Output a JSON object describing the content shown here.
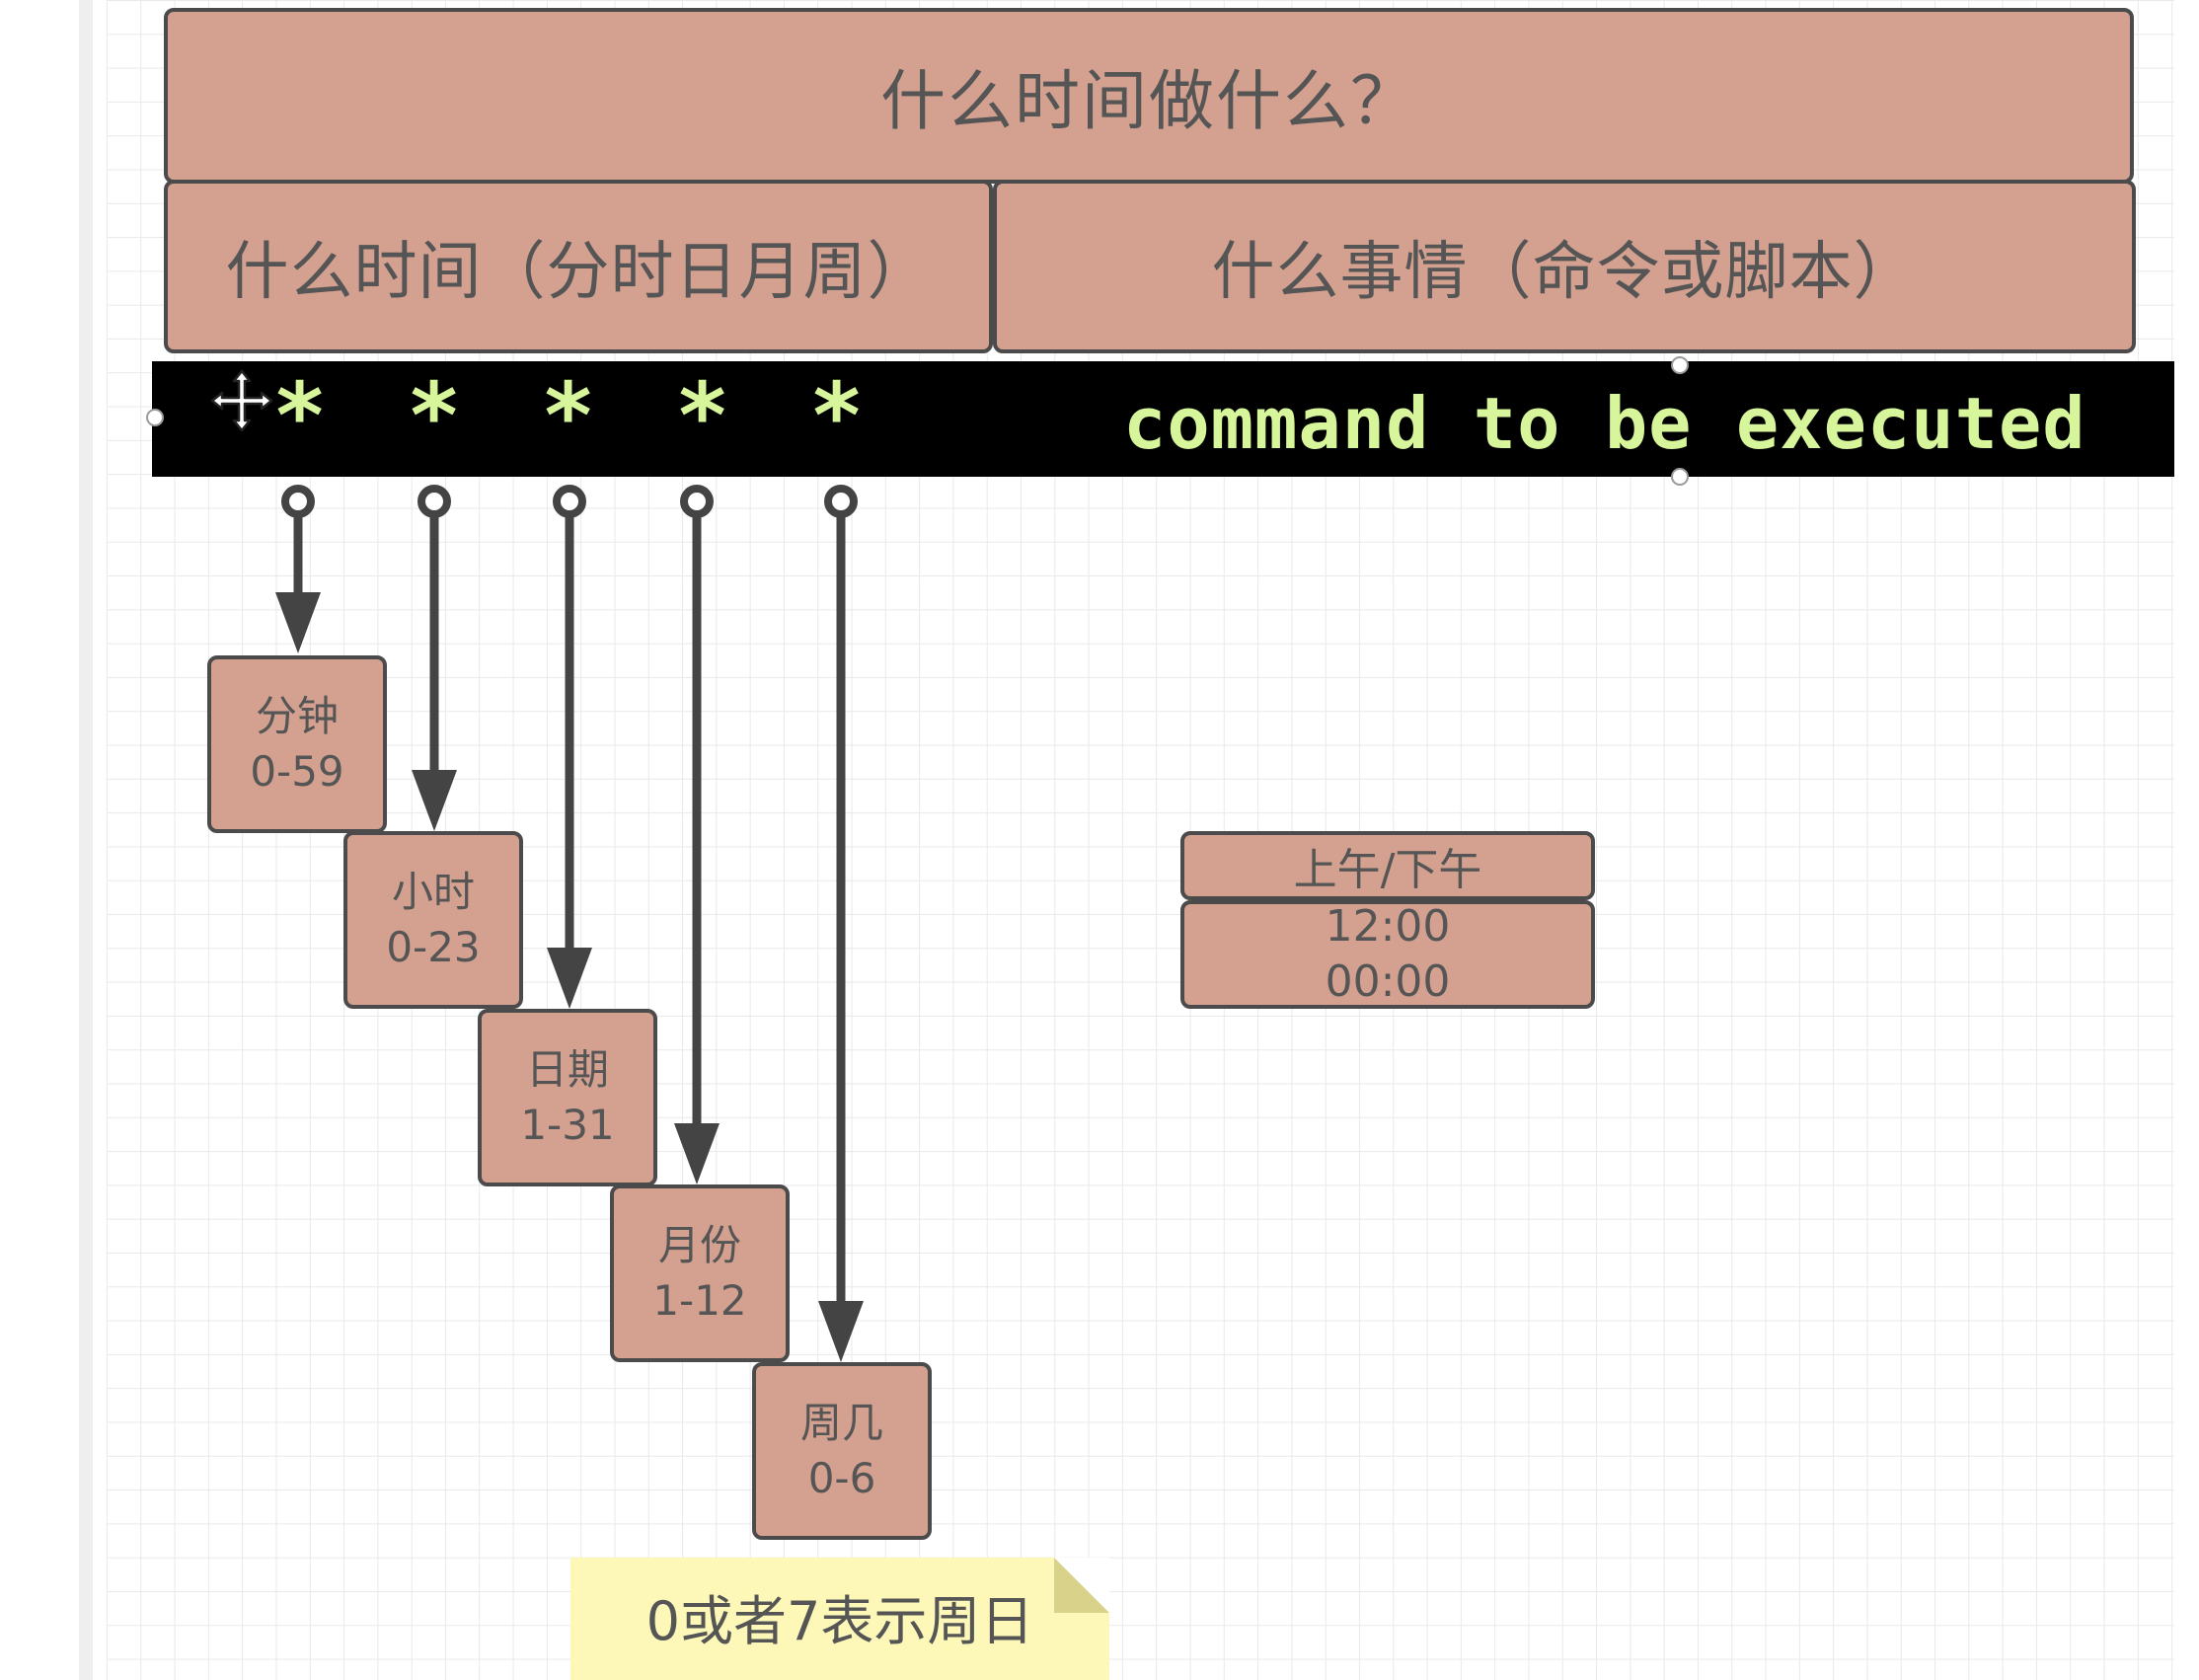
{
  "title": "什么时间做什么？",
  "headers": {
    "time": "什么时间（分时日月周）",
    "what": "什么事情（命令或脚本）"
  },
  "command_bar": {
    "fields": [
      "*",
      "*",
      "*",
      "*",
      "*"
    ],
    "command": "command to be executed"
  },
  "field_boxes": [
    {
      "name": "分钟",
      "range": "0-59"
    },
    {
      "name": "小时",
      "range": "0-23"
    },
    {
      "name": "日期",
      "range": "1-31"
    },
    {
      "name": "月份",
      "range": "1-12"
    },
    {
      "name": "周几",
      "range": "0-6"
    }
  ],
  "ampm": {
    "label": "上午/下午",
    "values": [
      "12:00",
      "00:00"
    ]
  },
  "note": "0或者7表示周日",
  "colors": {
    "box_fill": "#d4a190",
    "box_border": "#4b4b4b",
    "command_bg": "#000000",
    "command_text": "#d7f59a",
    "arrow": "#444444",
    "note_fill": "#fdf8b8"
  }
}
